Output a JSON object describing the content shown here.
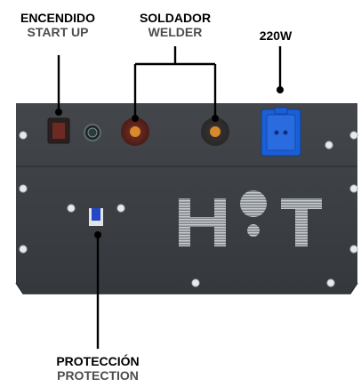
{
  "labels": {
    "power": {
      "es": "ENCENDIDO",
      "en": "START UP"
    },
    "welder": {
      "es": "SOLDADOR",
      "en": "WELDER"
    },
    "outlet": {
      "text": "220W"
    },
    "protection": {
      "es": "PROTECCIÓN",
      "en": "PROTECTION"
    }
  },
  "panel": {
    "logo": "HoT",
    "colors": {
      "panel": "#3a3d42",
      "panel_edge": "#2c2f33",
      "socket_ring": "#6b2a22",
      "socket_center": "#d9892c",
      "outlet": "#1a5fd6",
      "switch": "#6e2a22",
      "breaker": "#2448c8"
    }
  }
}
